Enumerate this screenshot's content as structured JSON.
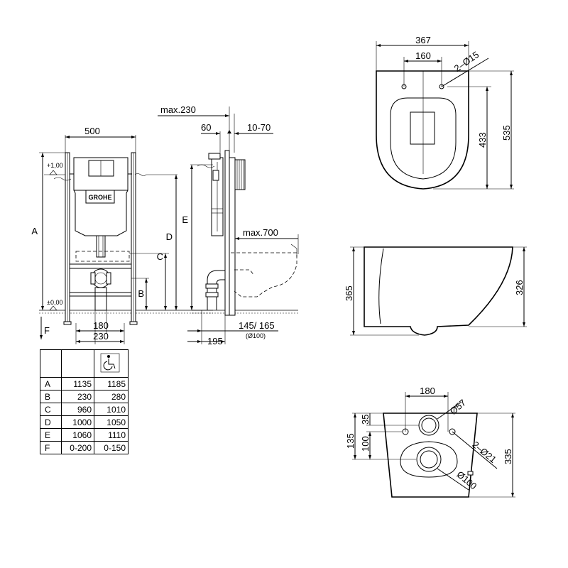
{
  "frame_view": {
    "brand": "GROHE",
    "width_top": "500",
    "height_letters": [
      "A",
      "B",
      "C",
      "D",
      "E"
    ],
    "level_top": "+1,00",
    "level_bottom": "±0,00",
    "dim_180": "180",
    "dim_230": "230",
    "label_f": "F"
  },
  "side_view": {
    "max_depth": "max.230",
    "dim_60": "60",
    "dim_10_70": "10-70",
    "max_700": "max.700",
    "dim_195": "195",
    "dim_145_165": "145/ 165",
    "dim_pipe": "(Ø100)"
  },
  "table": {
    "header_icon": "wheelchair-icon",
    "rows": [
      {
        "label": "A",
        "standard": "1135",
        "accessible": "1185"
      },
      {
        "label": "B",
        "standard": "230",
        "accessible": "280"
      },
      {
        "label": "C",
        "standard": "960",
        "accessible": "1010"
      },
      {
        "label": "D",
        "standard": "1000",
        "accessible": "1050"
      },
      {
        "label": "E",
        "standard": "1060",
        "accessible": "1110"
      },
      {
        "label": "F",
        "standard": "0-200",
        "accessible": "0-150"
      }
    ]
  },
  "bowl_top": {
    "width": "367",
    "bolt_spacing": "160",
    "bolts": "2–Ø15",
    "len_433": "433",
    "len_535": "535"
  },
  "bowl_side": {
    "height_365": "365",
    "height_326": "326"
  },
  "bowl_rear": {
    "dim_180": "180",
    "dia_57": "Ø57",
    "dim_35": "35",
    "dim_135": "135",
    "dim_100": "100",
    "dia_21": "2–Ø21",
    "dia_100": "Ø100",
    "dim_335": "335"
  }
}
